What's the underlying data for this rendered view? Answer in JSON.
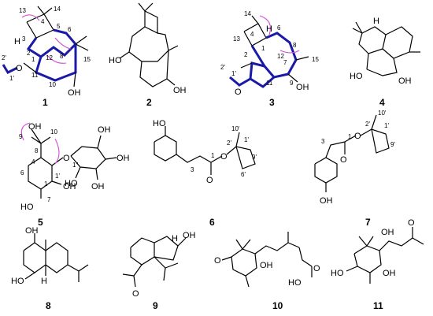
{
  "compounds": [
    {
      "id": "1"
    },
    {
      "id": "2"
    },
    {
      "id": "3"
    },
    {
      "id": "4"
    },
    {
      "id": "5"
    },
    {
      "id": "6"
    },
    {
      "id": "7"
    },
    {
      "id": "8"
    },
    {
      "id": "9"
    },
    {
      "id": "10"
    },
    {
      "id": "11"
    }
  ],
  "atoms": {
    "OH": "OH",
    "HO": "HO",
    "O": "O",
    "H": "H"
  },
  "locants": {
    "c1": {
      "n1": "1",
      "n2": "2",
      "n3": "3",
      "n4": "4",
      "n5": "5",
      "n6": "6",
      "n8": "8",
      "n10": "10",
      "n11": "11",
      "n12": "12",
      "n13": "13",
      "n14": "14",
      "n15": "15",
      "n1p": "1'",
      "n2p": "2'"
    },
    "c3": {
      "n1": "1",
      "n2": "2",
      "n4": "4",
      "n6": "6",
      "n7": "7",
      "n8": "8",
      "n9": "9",
      "n11": "11",
      "n12": "12",
      "n13": "13",
      "n14": "14",
      "n15": "15",
      "n1p": "1'",
      "n2p": "2'"
    },
    "c5": {
      "n1": "1",
      "n1p": "1'",
      "n2": "1\"",
      "n4": "4",
      "n6": "6",
      "n7": "7",
      "n8": "8",
      "n9": "9",
      "n10": "10"
    },
    "c6": {
      "n1": "1",
      "n3": "3",
      "n2p": "2'",
      "n10p": "10'",
      "n1p": "1'",
      "n9p": "9'",
      "n6p": "6'"
    },
    "c7": {
      "n1": "1",
      "n3": "3",
      "n2p": "2'",
      "n10p": "10'",
      "n1p": "1'",
      "n9p": "9'"
    }
  },
  "colors": {
    "highlight_bond": "#1a1aa6",
    "hmbc_arrow": "#d04fd0"
  }
}
